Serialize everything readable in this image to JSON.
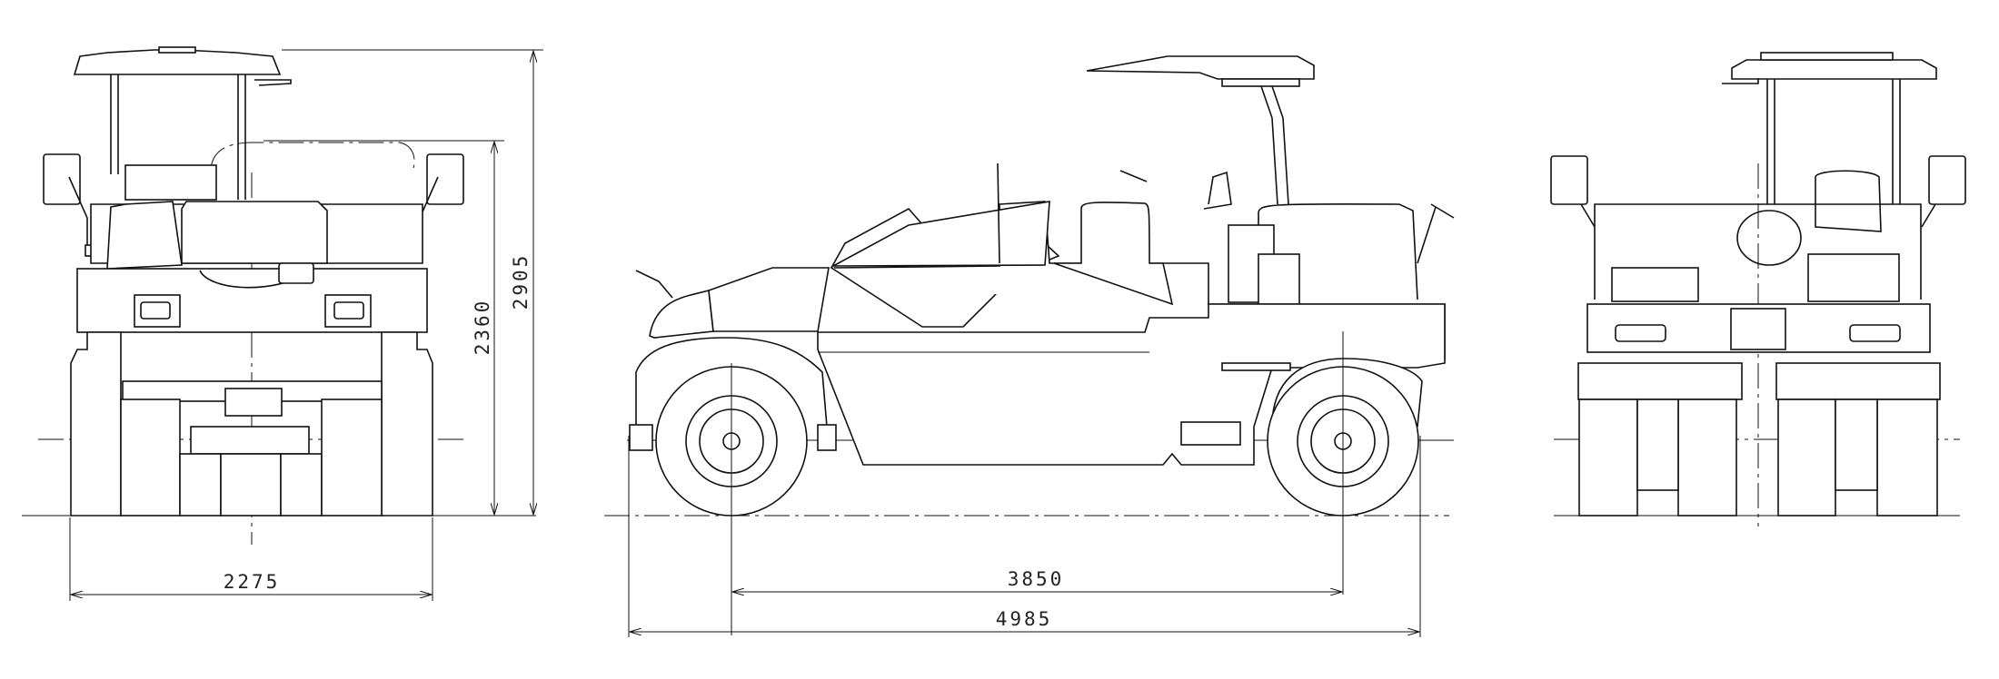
{
  "drawing": {
    "views": [
      "front-view",
      "side-view",
      "rear-view"
    ],
    "dimensions": {
      "overall_width": "2275",
      "height_to_body": "2360",
      "overall_height": "2905",
      "wheelbase": "3850",
      "overall_length": "4985"
    }
  }
}
